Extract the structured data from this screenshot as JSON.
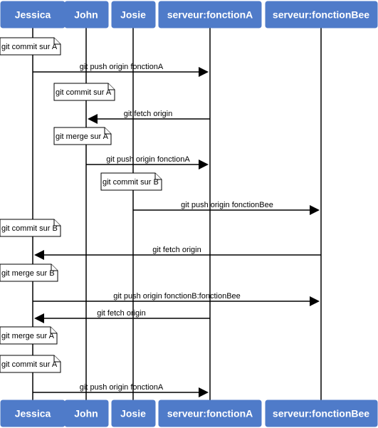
{
  "participants": [
    {
      "id": "jessica",
      "label": "Jessica"
    },
    {
      "id": "john",
      "label": "John"
    },
    {
      "id": "josie",
      "label": "Josie"
    },
    {
      "id": "srvA",
      "label": "serveur:fonctionA"
    },
    {
      "id": "srvBee",
      "label": "serveur:fonctionBee"
    }
  ],
  "events": [
    {
      "kind": "note",
      "at": "jessica",
      "text": "git commit sur A"
    },
    {
      "kind": "message",
      "from": "jessica",
      "to": "srvA",
      "text": "git push origin fonctionA"
    },
    {
      "kind": "note",
      "at": "john",
      "text": "git commit sur A"
    },
    {
      "kind": "message",
      "from": "srvA",
      "to": "john",
      "text": "git fetch origin"
    },
    {
      "kind": "note",
      "at": "john",
      "text": "git merge sur A"
    },
    {
      "kind": "message",
      "from": "john",
      "to": "srvA",
      "text": "git push origin fonctionA"
    },
    {
      "kind": "note",
      "at": "josie",
      "text": "git commit sur B"
    },
    {
      "kind": "message",
      "from": "josie",
      "to": "srvBee",
      "text": "git push origin fonctionBee"
    },
    {
      "kind": "note",
      "at": "jessica",
      "text": "git commit sur B"
    },
    {
      "kind": "message",
      "from": "srvBee",
      "to": "jessica",
      "text": "git fetch origin"
    },
    {
      "kind": "note",
      "at": "jessica",
      "text": "git merge sur B"
    },
    {
      "kind": "message",
      "from": "jessica",
      "to": "srvBee",
      "text": "git push origin fonctionB:fonctionBee"
    },
    {
      "kind": "message",
      "from": "srvA",
      "to": "jessica",
      "text": "git fetch origin"
    },
    {
      "kind": "note",
      "at": "jessica",
      "text": "git merge sur A"
    },
    {
      "kind": "note",
      "at": "jessica",
      "text": "git commit sur A"
    },
    {
      "kind": "message",
      "from": "jessica",
      "to": "srvA",
      "text": "git push origin fonctionA"
    }
  ]
}
